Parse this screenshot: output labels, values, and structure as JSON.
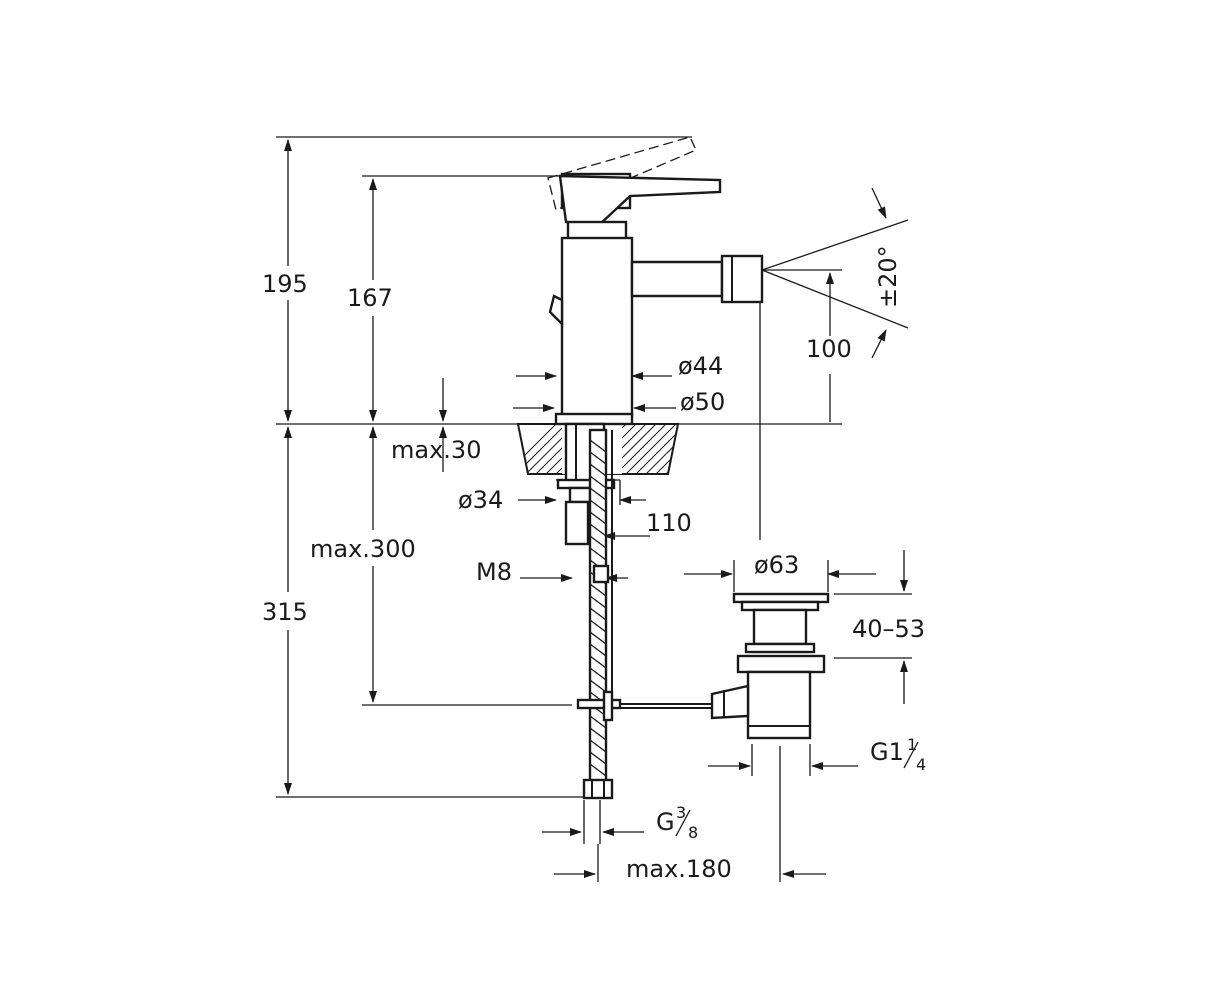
{
  "dimensions": {
    "d195": "195",
    "d167": "167",
    "d100": "100",
    "angle": "±20°",
    "d44": "ø44",
    "d50": "ø50",
    "max30": "max.30",
    "d34": "ø34",
    "d110": "110",
    "max300": "max.300",
    "m8": "M8",
    "d63": "ø63",
    "d315": "315",
    "d40_53": "40–53",
    "g114_main": "G1",
    "g114_num": "1",
    "g114_den": "4",
    "g38_main": "G",
    "g38_num": "3",
    "g38_den": "8",
    "max180": "max.180"
  }
}
